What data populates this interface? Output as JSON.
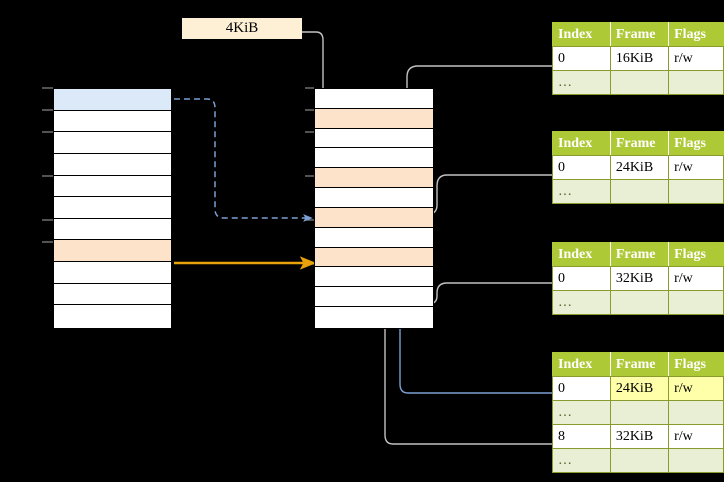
{
  "diagram": {
    "title_label": "4KiB",
    "colors": {
      "table_header_bg": "#adc936",
      "table_alt_row_bg": "#e8efd4",
      "highlight_cell_bg": "#ffffaa",
      "blue_block": "#dce9f9",
      "peach_block": "#fde3ca",
      "label_bg": "#fdf0d5",
      "orange_arrow": "#e8a20c",
      "blue_arrow": "#7b9fd4",
      "gray_connector": "#c8c8c8",
      "background": "#000000"
    }
  },
  "virtual_column": {
    "name": "virtual-address-space",
    "cells": [
      {
        "id": 0,
        "fill": "blue"
      },
      {
        "id": 1,
        "fill": "white"
      },
      {
        "id": 2,
        "fill": "white"
      },
      {
        "id": 3,
        "fill": "white"
      },
      {
        "id": 4,
        "fill": "white"
      },
      {
        "id": 5,
        "fill": "white"
      },
      {
        "id": 6,
        "fill": "white"
      },
      {
        "id": 7,
        "fill": "peach"
      },
      {
        "id": 8,
        "fill": "white"
      },
      {
        "id": 9,
        "fill": "white"
      },
      {
        "id": 10,
        "fill": "white"
      }
    ]
  },
  "physical_column": {
    "name": "physical-memory",
    "cells": [
      {
        "id": 0,
        "fill": "white"
      },
      {
        "id": 1,
        "fill": "peach"
      },
      {
        "id": 2,
        "fill": "white"
      },
      {
        "id": 3,
        "fill": "white"
      },
      {
        "id": 4,
        "fill": "peach"
      },
      {
        "id": 5,
        "fill": "white"
      },
      {
        "id": 6,
        "fill": "peach"
      },
      {
        "id": 7,
        "fill": "white"
      },
      {
        "id": 8,
        "fill": "peach"
      },
      {
        "id": 9,
        "fill": "white"
      },
      {
        "id": 10,
        "fill": "white"
      },
      {
        "id": 11,
        "fill": "white"
      }
    ]
  },
  "tables": [
    {
      "name": "page-table-level-1",
      "headers": [
        "Index",
        "Frame",
        "Flags"
      ],
      "rows": [
        {
          "cells": [
            "0",
            "16KiB",
            "r/w"
          ],
          "alt": false,
          "highlight": [
            false,
            false,
            false
          ]
        },
        {
          "cells": [
            "…",
            "",
            ""
          ],
          "alt": true,
          "highlight": [
            false,
            false,
            false
          ]
        }
      ]
    },
    {
      "name": "page-table-level-2",
      "headers": [
        "Index",
        "Frame",
        "Flags"
      ],
      "rows": [
        {
          "cells": [
            "0",
            "24KiB",
            "r/w"
          ],
          "alt": false,
          "highlight": [
            false,
            false,
            false
          ]
        },
        {
          "cells": [
            "…",
            "",
            ""
          ],
          "alt": true,
          "highlight": [
            false,
            false,
            false
          ]
        }
      ]
    },
    {
      "name": "page-table-level-3",
      "headers": [
        "Index",
        "Frame",
        "Flags"
      ],
      "rows": [
        {
          "cells": [
            "0",
            "32KiB",
            "r/w"
          ],
          "alt": false,
          "highlight": [
            false,
            false,
            false
          ]
        },
        {
          "cells": [
            "…",
            "",
            ""
          ],
          "alt": true,
          "highlight": [
            false,
            false,
            false
          ]
        }
      ]
    },
    {
      "name": "page-table-level-4",
      "headers": [
        "Index",
        "Frame",
        "Flags"
      ],
      "rows": [
        {
          "cells": [
            "0",
            "24KiB",
            "r/w"
          ],
          "alt": false,
          "highlight": [
            false,
            true,
            true
          ]
        },
        {
          "cells": [
            "…",
            "",
            ""
          ],
          "alt": true,
          "highlight": [
            false,
            false,
            false
          ]
        },
        {
          "cells": [
            "8",
            "32KiB",
            "r/w"
          ],
          "alt": false,
          "highlight": [
            false,
            false,
            false
          ]
        },
        {
          "cells": [
            "…",
            "",
            ""
          ],
          "alt": true,
          "highlight": [
            false,
            false,
            false
          ]
        }
      ]
    }
  ]
}
